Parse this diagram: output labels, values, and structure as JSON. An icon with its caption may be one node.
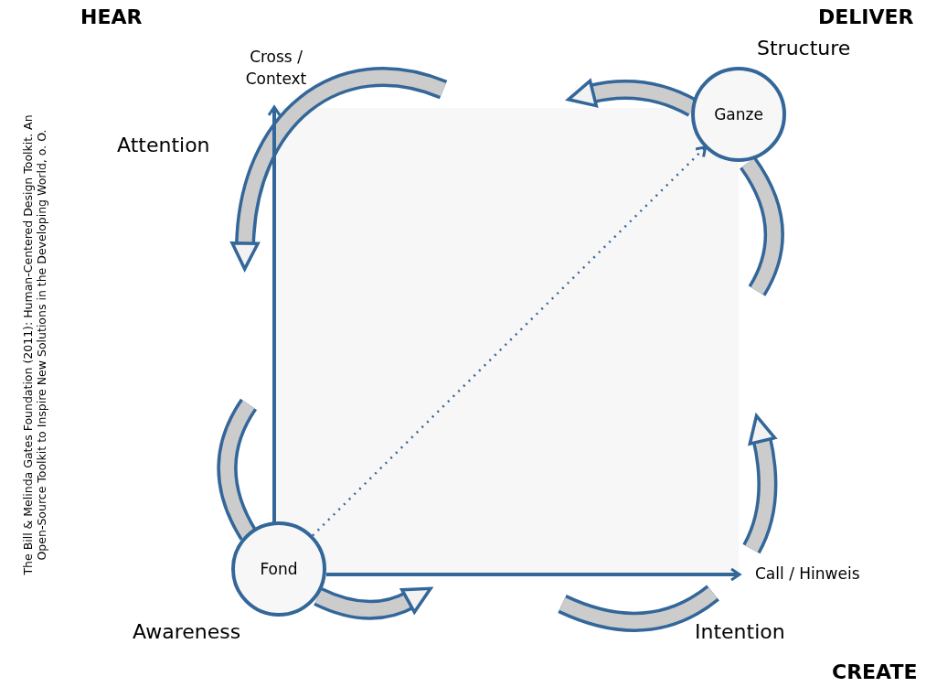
{
  "diagram": {
    "nodes": [
      {
        "text": [
          "Fond"
        ]
      },
      {
        "text": [
          "Ganze"
        ]
      }
    ],
    "edges": [
      {
        "from": 0,
        "to": null,
        "arrow": "to"
      },
      {
        "from": 0,
        "to": null,
        "arrow": "to"
      },
      {
        "from": 0,
        "to": 1,
        "arrow": "to",
        "style": "dashed"
      }
    ],
    "labels": [
      "HEAR",
      "DELIVER",
      "Cross / Context",
      "Structure",
      "Attention",
      "Call / Hinweis",
      "Awareness",
      "Intention",
      "CREATE",
      "The Bill & Melinda Gates Foundation (2011): Human-Centered Design Toolkit. An Open-Source Toolkit to Inspire New Solutions in the Developing World, o. O."
    ]
  }
}
